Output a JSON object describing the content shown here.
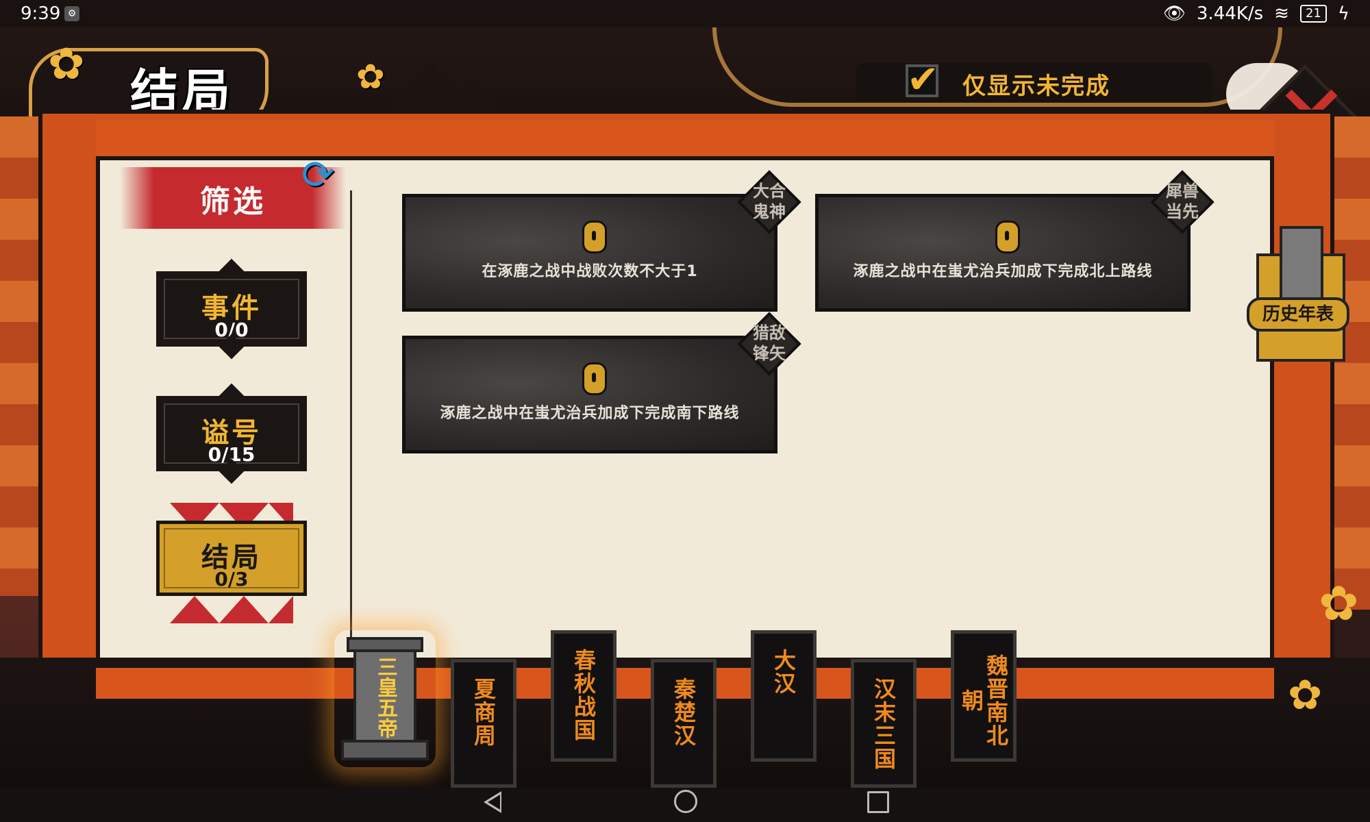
{
  "status_bar": {
    "time": "9:39",
    "network_speed": "3.44K/s",
    "battery": "21",
    "eye_icon": "eye-icon",
    "wifi_icon": "wifi-icon",
    "charge_icon": "bolt-icon"
  },
  "header": {
    "title": "结局",
    "only_unfinished_label": "仅显示未完成",
    "only_unfinished_checked": true
  },
  "filter": {
    "title": "筛选",
    "categories": [
      {
        "label": "事件",
        "count": "0/0",
        "active": false
      },
      {
        "label": "谥号",
        "count": "0/15",
        "active": false
      },
      {
        "label": "结局",
        "count": "0/3",
        "active": true
      }
    ]
  },
  "endings": [
    {
      "tag_line1": "大合",
      "tag_line2": "鬼神",
      "description": "在涿鹿之战中战败次数不大于1",
      "locked": true
    },
    {
      "tag_line1": "犀兽",
      "tag_line2": "当先",
      "description": "涿鹿之战中在蚩尤治兵加成下完成北上路线",
      "locked": true
    },
    {
      "tag_line1": "猎敌",
      "tag_line2": "锋矢",
      "description": "涿鹿之战中在蚩尤治兵加成下完成南下路线",
      "locked": true
    }
  ],
  "side": {
    "history_label": "历史年表"
  },
  "eras": [
    {
      "label": "三皇五帝",
      "active": true
    },
    {
      "label": "夏商周",
      "active": false
    },
    {
      "label": "春秋战国",
      "active": false
    },
    {
      "label": "秦楚汉",
      "active": false
    },
    {
      "label": "大汉",
      "active": false
    },
    {
      "label": "汉末三国",
      "active": false
    },
    {
      "label": "魏晋南北朝",
      "active": false
    }
  ],
  "colors": {
    "accent_gold": "#d4a02a",
    "era_text": "#ef8a1e",
    "frame_orange": "#d0511c",
    "filter_red": "#c52a2f",
    "close_red": "#c9312b"
  }
}
